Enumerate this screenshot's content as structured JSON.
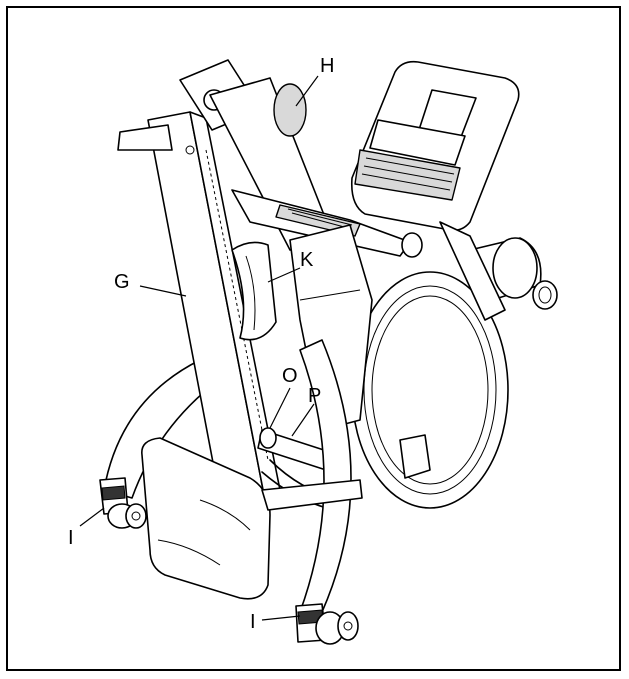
{
  "diagram": {
    "labels": {
      "H": "H",
      "G": "G",
      "K": "K",
      "O": "O",
      "P": "P",
      "I_left": "I",
      "I_right": "I"
    }
  }
}
